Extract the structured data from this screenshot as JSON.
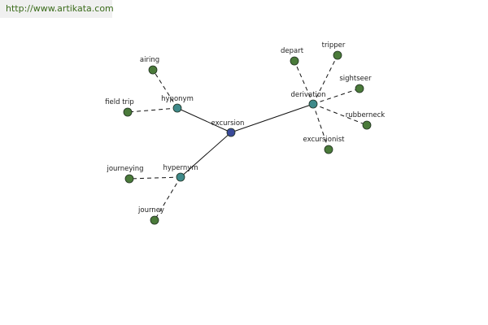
{
  "banner": {
    "url": "http://www.artikata.com"
  },
  "colors": {
    "root": "#3a4a9a",
    "relation": "#3f8a8a",
    "word": "#4a7a3a",
    "edge": "#111111",
    "node_stroke": "#1f2f1f"
  },
  "graph": {
    "root": {
      "id": "excursion",
      "label": "excursion"
    },
    "relations": [
      {
        "id": "hyponym",
        "label": "hyponym",
        "words": [
          "airing",
          "field trip"
        ]
      },
      {
        "id": "hypernym",
        "label": "hypernym",
        "words": [
          "journeying",
          "journey"
        ]
      },
      {
        "id": "derivation",
        "label": "derivation",
        "words": [
          "depart",
          "tripper",
          "sightseer",
          "rubberneck",
          "excursionist"
        ]
      }
    ]
  }
}
